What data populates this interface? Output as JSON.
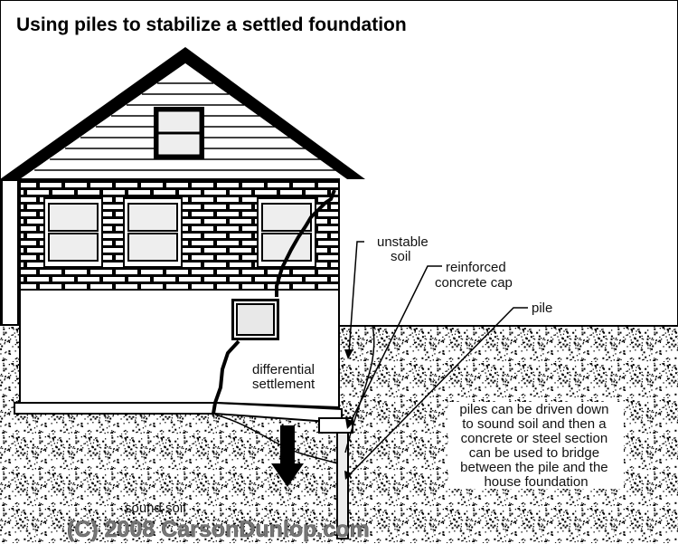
{
  "title": "Using piles to stabilize a settled foundation",
  "labels": {
    "unstable_soil": [
      "unstable",
      "soil"
    ],
    "reinforced_cap": [
      "reinforced",
      "concrete cap"
    ],
    "pile": "pile",
    "differential_settlement": [
      "differential",
      "settlement"
    ],
    "sound_soil": "sound soil",
    "explanation": [
      "piles can be driven down",
      "to sound soil and then a",
      "concrete or steel section",
      "can be used to bridge",
      "between the pile and the",
      "house foundation"
    ]
  },
  "watermark": "(C) 2008 CarsonDunlop.com",
  "colors": {
    "line": "#000000",
    "paper": "#ffffff",
    "watermark": "#777777"
  }
}
